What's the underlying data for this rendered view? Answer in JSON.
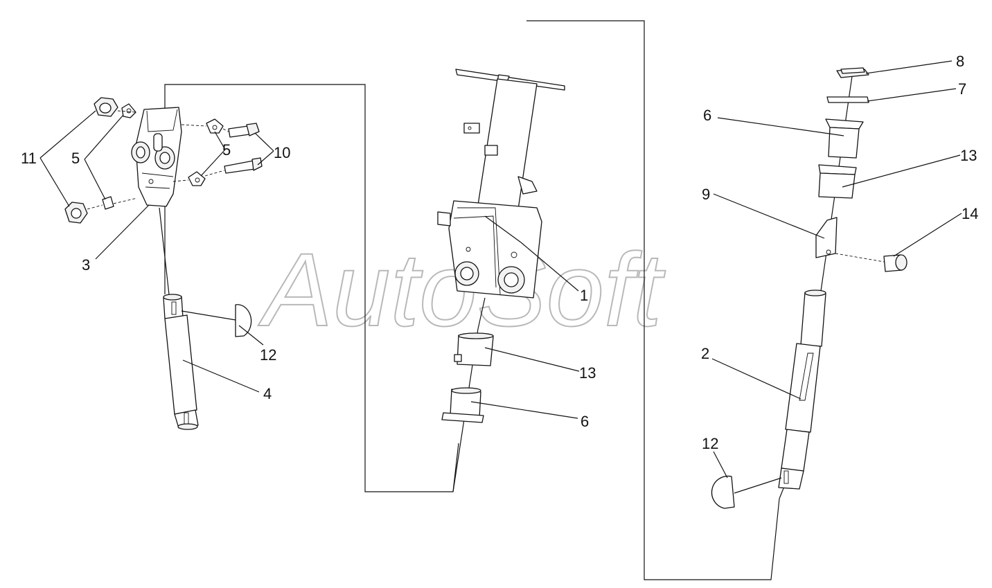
{
  "watermark": "AutoSoft",
  "labels": {
    "n1": "1",
    "n2": "2",
    "n3": "3",
    "n4": "4",
    "n5a": "5",
    "n5b": "5",
    "n6a": "6",
    "n6b": "6",
    "n7": "7",
    "n8": "8",
    "n9": "9",
    "n10": "10",
    "n11": "11",
    "n12a": "12",
    "n12b": "12",
    "n13a": "13",
    "n13b": "13",
    "n14": "14"
  }
}
